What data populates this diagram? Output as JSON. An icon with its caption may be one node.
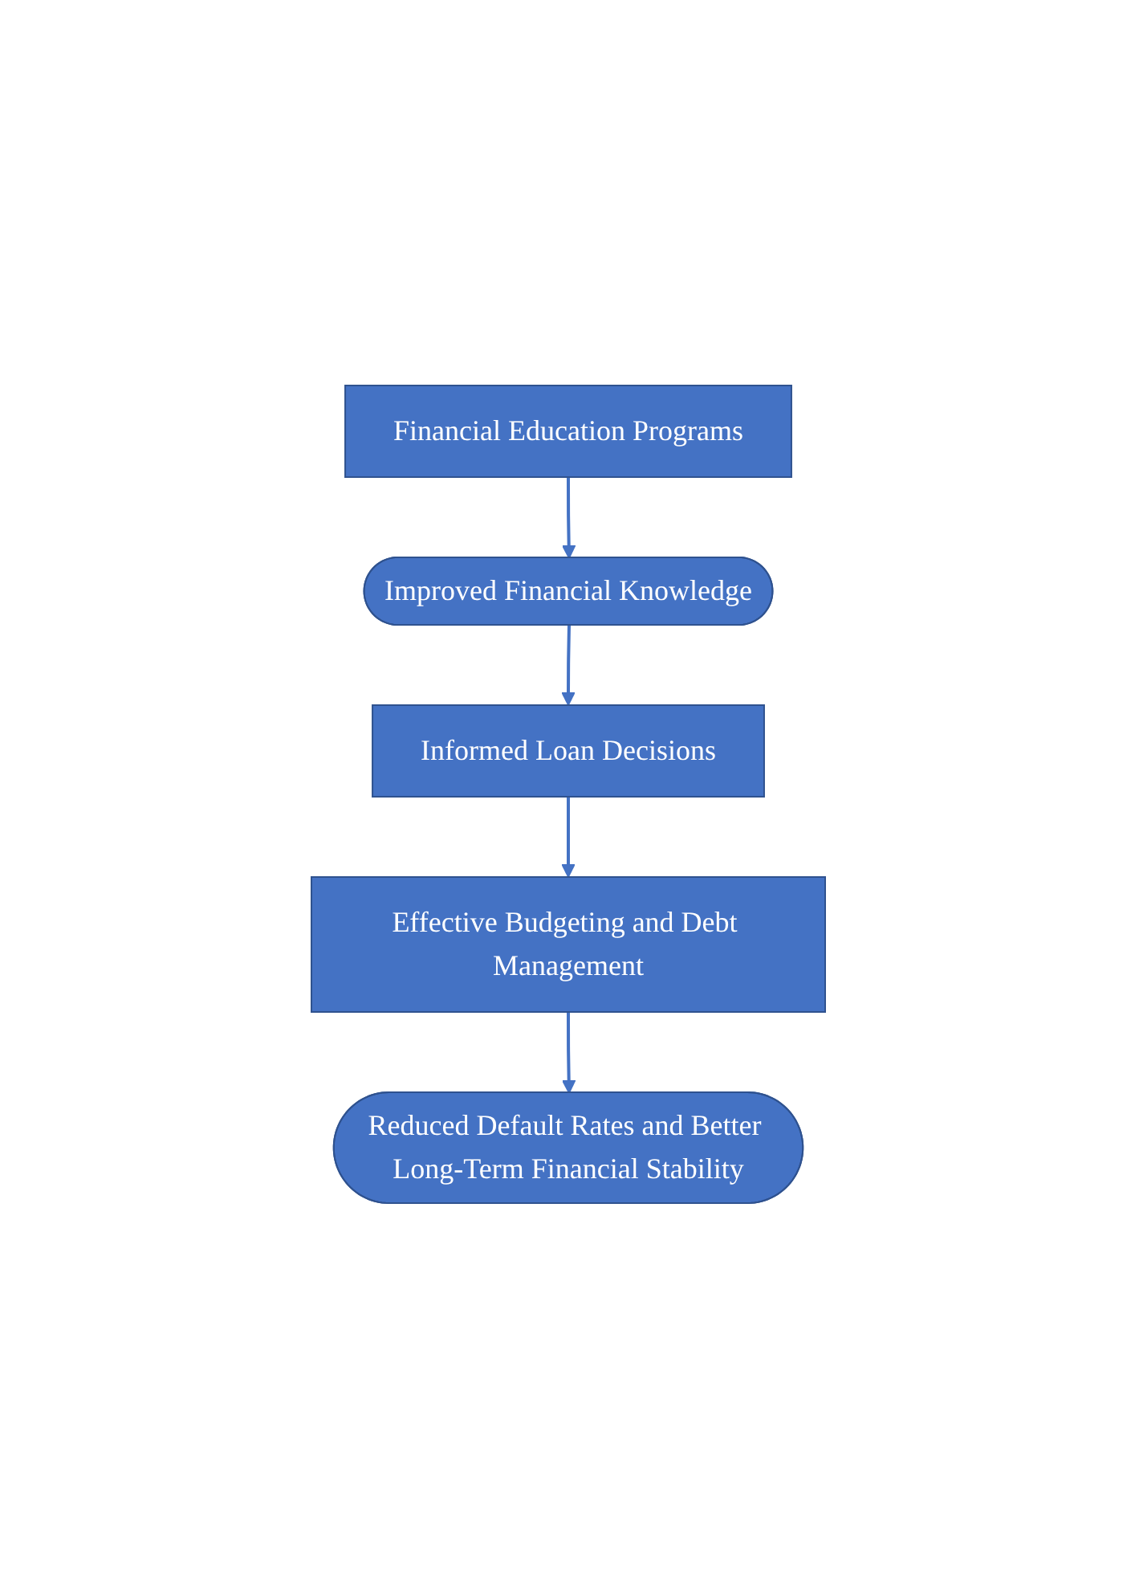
{
  "diagram": {
    "nodes": [
      {
        "text": [
          "Financial Education Programs"
        ]
      },
      {
        "text": [
          "Improved Financial Knowledge"
        ]
      },
      {
        "text": [
          "Informed Loan Decisions"
        ]
      },
      {
        "text": [
          "Effective Budgeting and Debt Management"
        ]
      },
      {
        "text": [
          "Reduced Default Rates and Better Long-Term Financial Stability"
        ]
      }
    ],
    "edges": [
      {
        "from": 0,
        "to": 1,
        "arrow": "to"
      },
      {
        "from": 1,
        "to": 2,
        "arrow": "to"
      },
      {
        "from": 2,
        "to": 3,
        "arrow": "to"
      },
      {
        "from": 3,
        "to": 4,
        "arrow": "to"
      }
    ]
  }
}
